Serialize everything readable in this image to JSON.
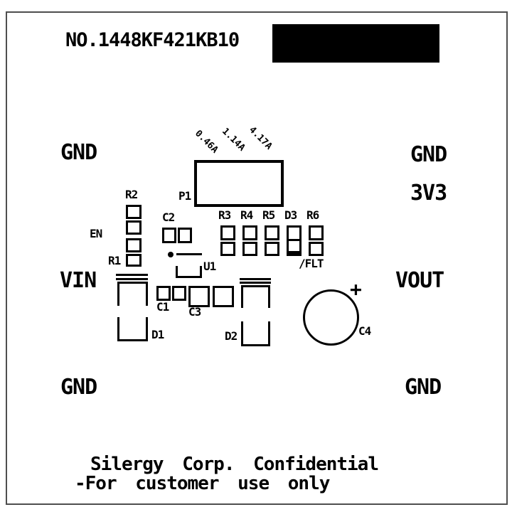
{
  "title_block": {
    "board_number": "NO.1448KF421KB10"
  },
  "terminals": {
    "gnd_top_left": "GND",
    "gnd_top_right": "GND",
    "rail_3v3": "3V3",
    "vin": "VIN",
    "vout": "VOUT",
    "gnd_bottom_left": "GND",
    "gnd_bottom_right": "GND"
  },
  "jumper_current_labels": [
    "0.46A",
    "1.14A",
    "4.17A"
  ],
  "refdes": {
    "p1": "P1",
    "u1": "U1",
    "r1": "R1",
    "r2": "R2",
    "r3": "R3",
    "r4": "R4",
    "r5": "R5",
    "r6": "R6",
    "c1": "C1",
    "c2": "C2",
    "c3": "C3",
    "c4": "C4",
    "d1": "D1",
    "d2": "D2",
    "d3": "D3"
  },
  "signal_labels": {
    "en": "EN",
    "flt": "/FLT"
  },
  "polarity": {
    "c4_plus": "+"
  },
  "footer": {
    "line1": "Silergy Corp. Confidential",
    "line2": "-For customer use only"
  },
  "colors": {
    "silkscreen": "#000000",
    "frame_border": "#4e4e4e",
    "background": "#ffffff"
  }
}
